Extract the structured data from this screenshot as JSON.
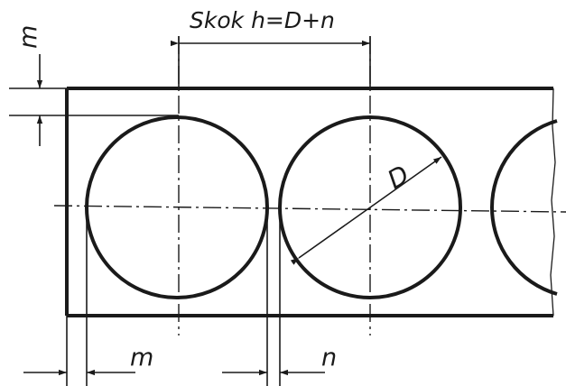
{
  "labels": {
    "pitch": "Skok h=D+n",
    "diameter": "D",
    "margin_top": "m",
    "margin_bottom": "m",
    "gap": "n"
  }
}
